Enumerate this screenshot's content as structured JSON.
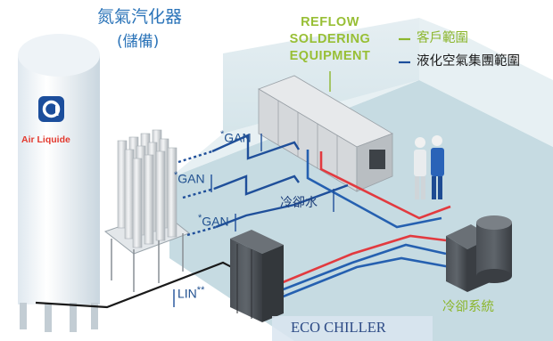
{
  "labels": {
    "vaporizer_title": "氮氣汽化器",
    "vaporizer_sub": "(儲備)",
    "reflow_line1": "REFLOW",
    "reflow_line2": "SOLDERING",
    "reflow_line3": "EQUIPMENT",
    "legend_customer": "客戶範圍",
    "legend_airliquide": "液化空氣集團範圍",
    "brand": "Air Liquide",
    "gan_1": "GAN",
    "gan_2": "GAN",
    "gan_3": "GAN",
    "gan_marker": "*",
    "lin": "LIN",
    "lin_marker": "**",
    "cooling_water": "冷卻水",
    "cooling_system": "冷卻系統",
    "eco_chiller": "ECO CHILLER"
  },
  "colors": {
    "customer_scope": "#8cb62d",
    "airliquide_scope": "#1c4f9c",
    "floor": "#c6dbe2",
    "hot_pipe": "#e23a3f",
    "cold_pipe": "#2560b0",
    "brand_logo": "#1c4e9c"
  }
}
